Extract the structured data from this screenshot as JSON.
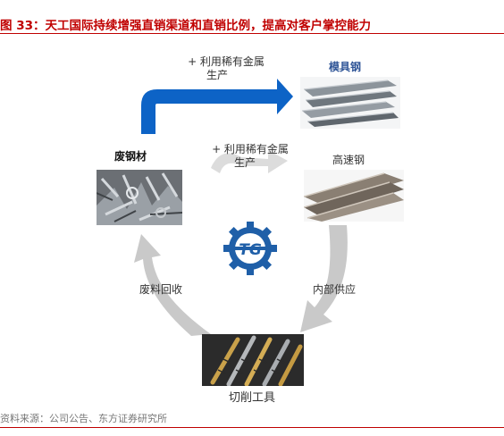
{
  "header": {
    "title": "图 33：天工国际持续增强直销渠道和直销比例，提高对客户掌控能力"
  },
  "nodes": {
    "scrap": "废钢材",
    "die_steel": "模具钢",
    "hss": "高速钢",
    "tools": "切削工具"
  },
  "arrows": {
    "top_label_line1": "+ 利用稀有金属",
    "top_label_line2": "生产",
    "mid_label_line1": "+ 利用稀有金属",
    "mid_label_line2": "生产",
    "internal_supply": "内部供应",
    "scrap_recycling": "废料回收"
  },
  "logo": {
    "text": "TG"
  },
  "footer": {
    "source": "资料来源：公司公告、东方证券研究所"
  },
  "colors": {
    "accent": "#c00000",
    "blue_arrow": "#0d63c6",
    "grey_arrow": "#c9c9c9",
    "logo_blue": "#1f5fa8"
  }
}
